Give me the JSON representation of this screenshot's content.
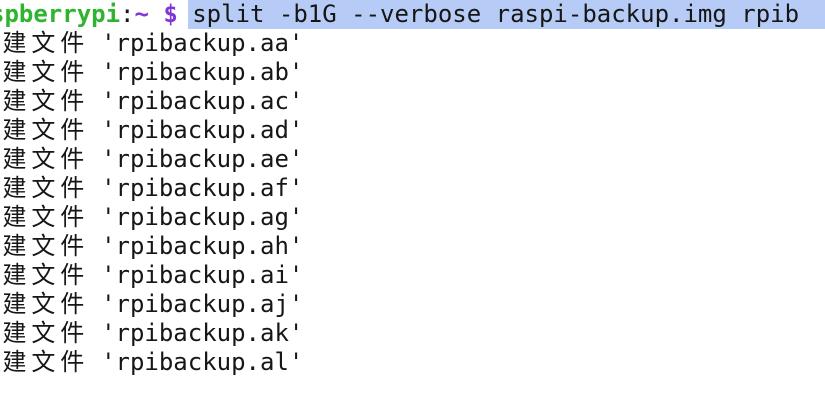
{
  "colors": {
    "background": "#ffffff",
    "text": "#161616",
    "prompt_green": "#2eb42e",
    "prompt_purple": "#8136d6",
    "selection_blue": "#b6ccf7"
  },
  "terminal": {
    "prompt": {
      "host_fragment": "spberrypi",
      "separator": ":",
      "path": "~",
      "dollar": "$"
    },
    "command": "split -b1G --verbose raspi-backup.img rpib",
    "output_lines": [
      {
        "prefix": "建文件",
        "file": "'rpibackup.aa'"
      },
      {
        "prefix": "建文件",
        "file": "'rpibackup.ab'"
      },
      {
        "prefix": "建文件",
        "file": "'rpibackup.ac'"
      },
      {
        "prefix": "建文件",
        "file": "'rpibackup.ad'"
      },
      {
        "prefix": "建文件",
        "file": "'rpibackup.ae'"
      },
      {
        "prefix": "建文件",
        "file": "'rpibackup.af'"
      },
      {
        "prefix": "建文件",
        "file": "'rpibackup.ag'"
      },
      {
        "prefix": "建文件",
        "file": "'rpibackup.ah'"
      },
      {
        "prefix": "建文件",
        "file": "'rpibackup.ai'"
      },
      {
        "prefix": "建文件",
        "file": "'rpibackup.aj'"
      },
      {
        "prefix": "建文件",
        "file": "'rpibackup.ak'"
      },
      {
        "prefix": "建文件",
        "file": "'rpibackup.al'"
      }
    ]
  }
}
